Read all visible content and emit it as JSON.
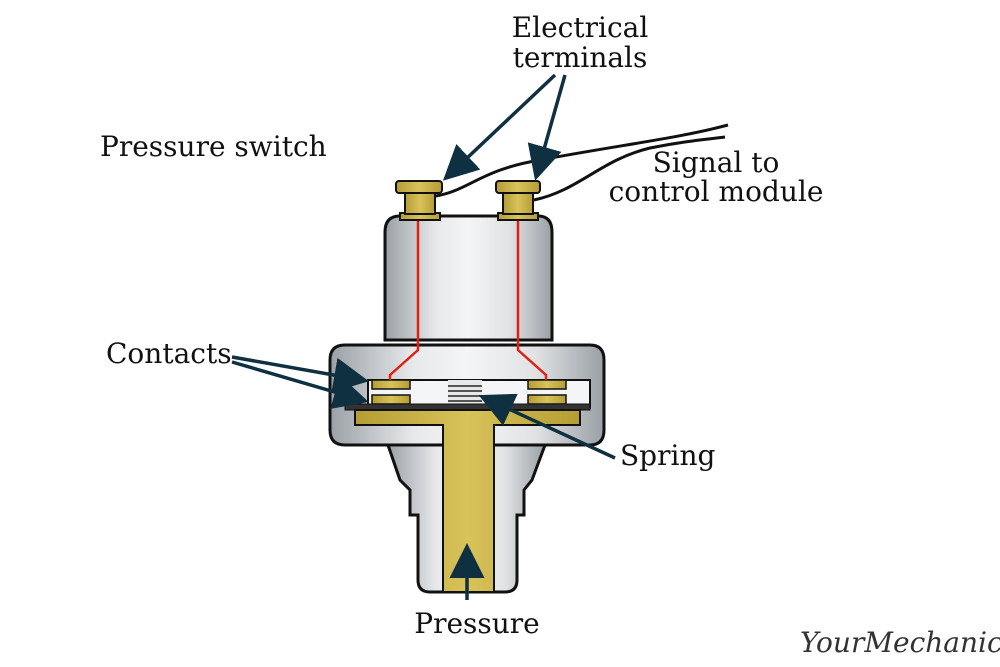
{
  "title": "Pressure switch",
  "labels": {
    "electrical_terminals_line1": "Electrical",
    "electrical_terminals_line2": "terminals",
    "signal_line1": "Signal to",
    "signal_line2": "control module",
    "contacts": "Contacts",
    "spring": "Spring",
    "pressure": "Pressure"
  },
  "brand": "YourMechanic",
  "colors": {
    "brass": "#c8b040",
    "brass_dark": "#a8922e",
    "body_gray": "#c8ccd0",
    "wire_red": "#e02010",
    "arrow": "#0f3040",
    "outline": "#111111"
  }
}
